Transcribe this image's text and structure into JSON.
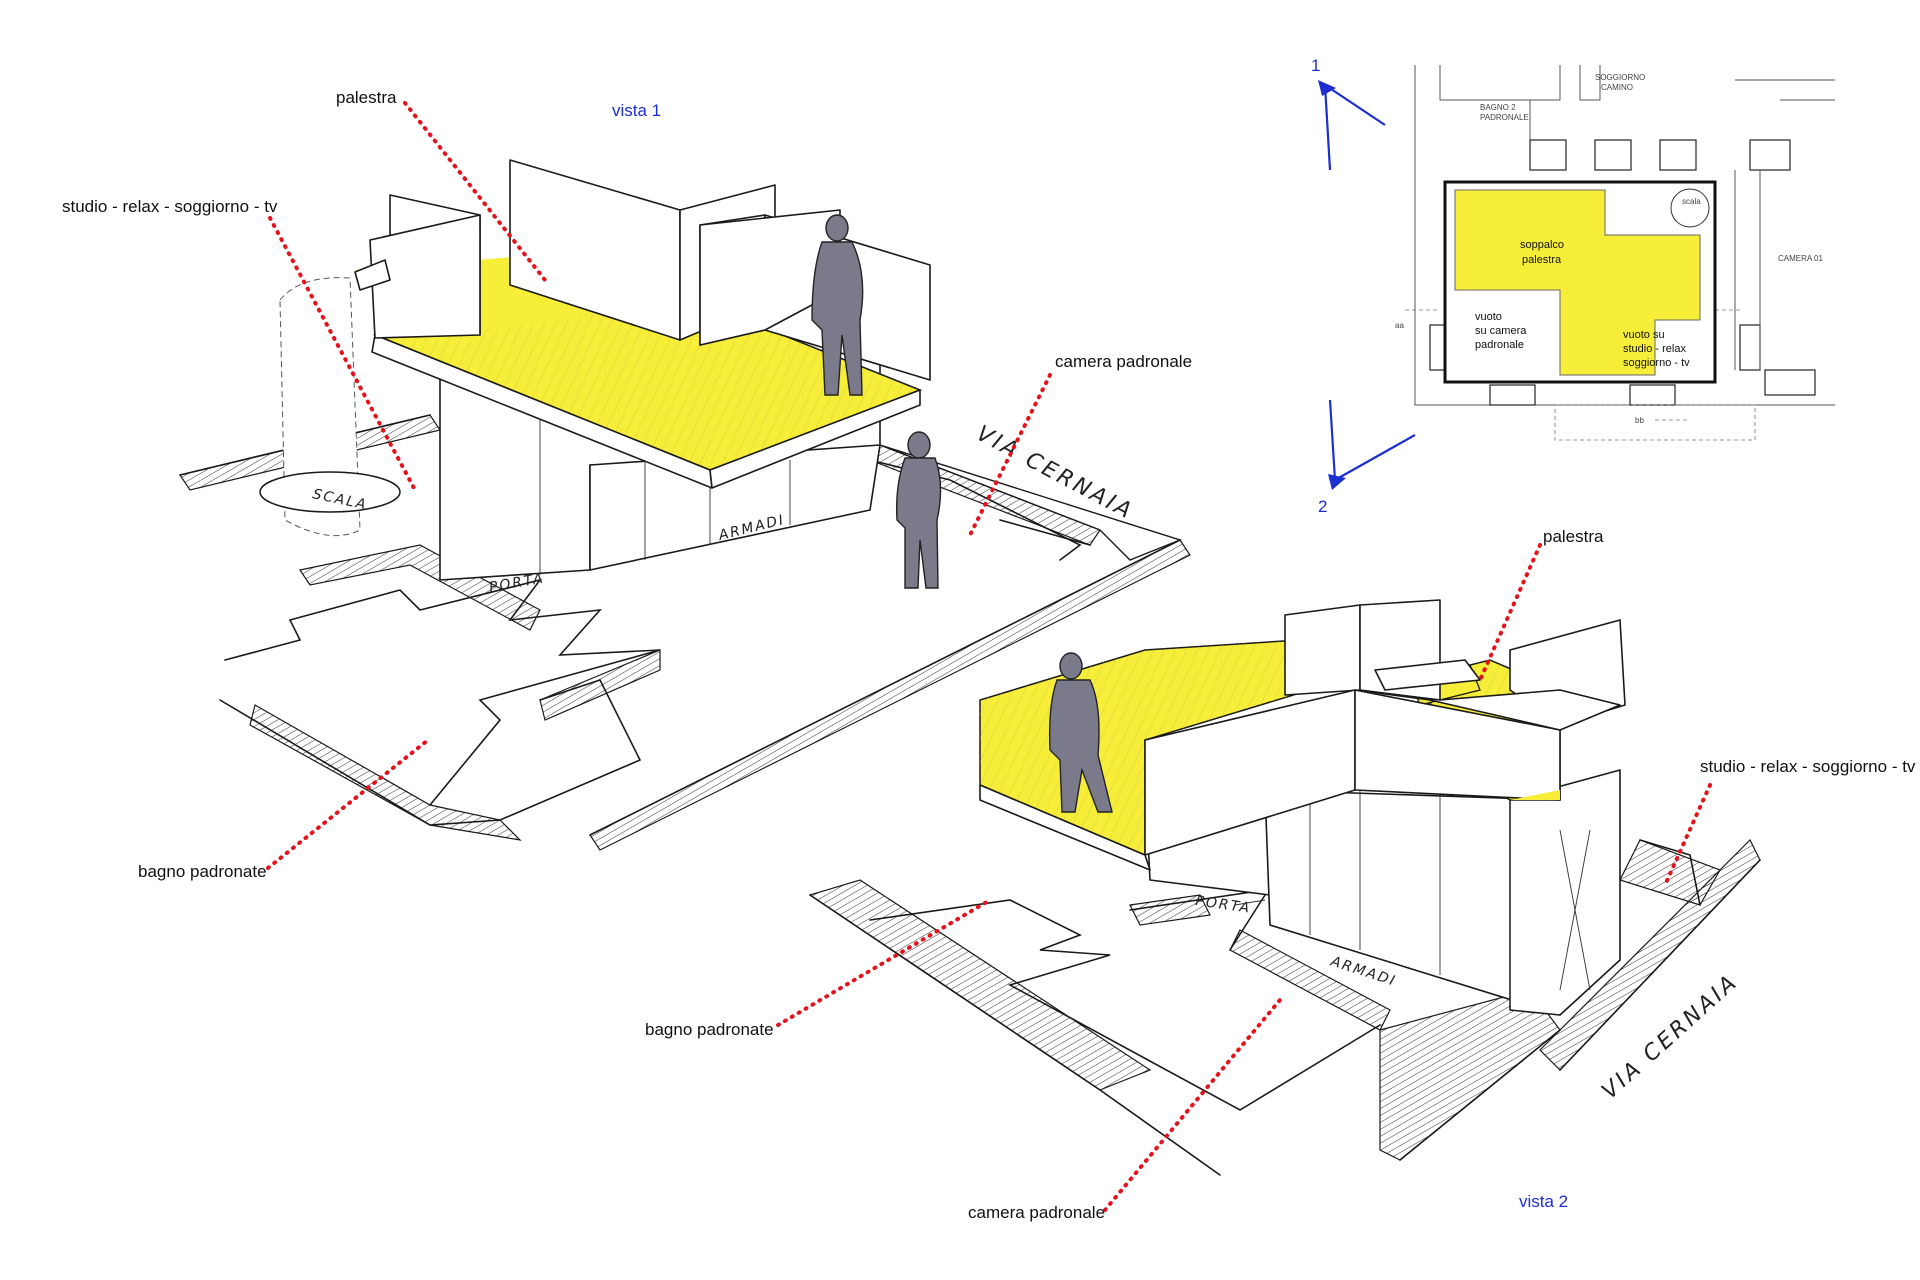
{
  "colors": {
    "highlight_yellow": "#f7ee3a",
    "leader_red": "#e3121b",
    "view_blue": "#1c2fd0",
    "ink": "#1a1a1a",
    "figure_grey": "#7a7a8a"
  },
  "view1": {
    "title": "vista 1",
    "labels": {
      "palestra": "palestra",
      "studio": "studio - relax - soggiorno - tv",
      "camera": "camera padronale",
      "bagno": "bagno padronate"
    },
    "handwritten": {
      "scala": "SCALA",
      "porta": "PORTA",
      "armadi": "ARMADI",
      "street": "VIA CERNAIA"
    }
  },
  "view2": {
    "title": "vista 2",
    "labels": {
      "palestra": "palestra",
      "studio": "studio - relax - soggiorno - tv",
      "bagno": "bagno padronate",
      "camera": "camera padronale"
    },
    "handwritten": {
      "porta": "PORTA",
      "armadi": "ARMADI",
      "street": "VIA CERNAIA"
    }
  },
  "plan": {
    "view_markers": [
      "1",
      "2"
    ],
    "room_soggiorno_1": "SOGGIORNO",
    "room_soggiorno_2": "CAMINO",
    "room_bagno_1": "BAGNO 2",
    "room_bagno_2": "PADRONALE",
    "room_camera": "CAMERA 01",
    "scala": "scala",
    "soppalco_1": "soppalco",
    "soppalco_2": "palestra",
    "vuoto_camera_1": "vuoto",
    "vuoto_camera_2": "su camera",
    "vuoto_camera_3": "padronale",
    "vuoto_studio_1": "vuoto su",
    "vuoto_studio_2": "studio - relax",
    "vuoto_studio_3": "soggiorno - tv",
    "section_aa": "aa",
    "section_bb": "bb"
  }
}
